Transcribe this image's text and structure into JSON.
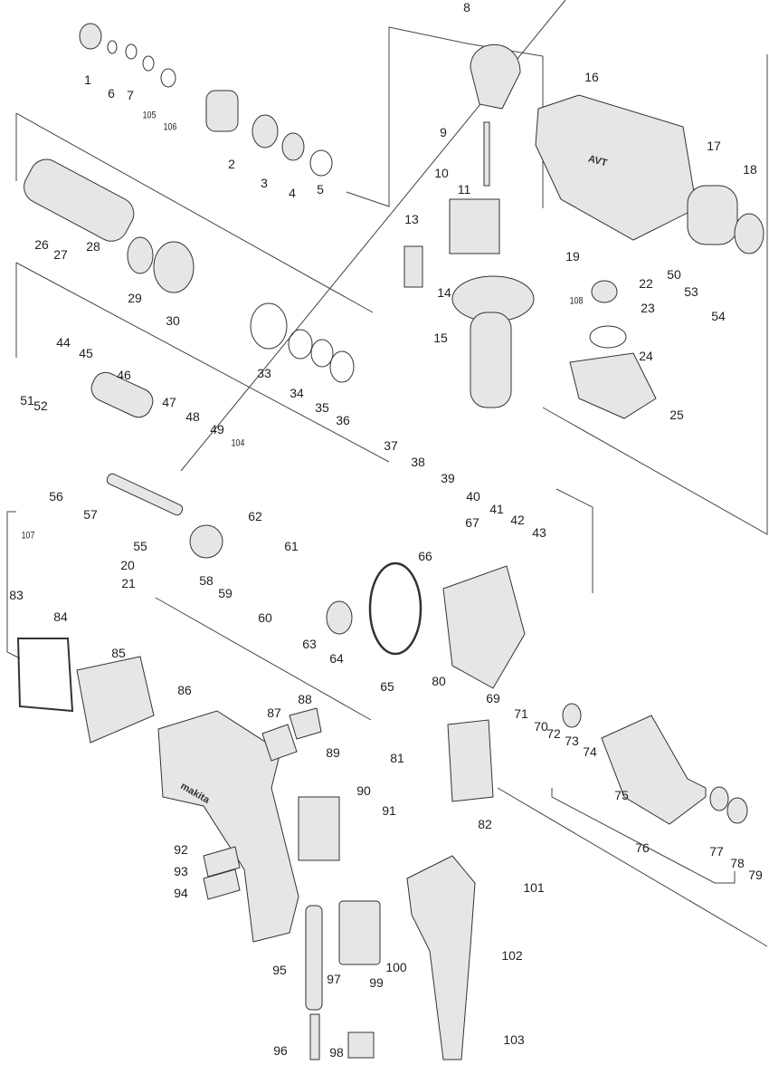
{
  "title": "Exploded parts diagram",
  "parts": [
    "1",
    "6",
    "7",
    "105",
    "106",
    "8",
    "9",
    "16",
    "2",
    "3",
    "4",
    "5",
    "10",
    "17",
    "18",
    "11",
    "13",
    "26",
    "27",
    "28",
    "19",
    "22",
    "50",
    "53",
    "29",
    "30",
    "14",
    "108",
    "23",
    "54",
    "15",
    "44",
    "45",
    "33",
    "34",
    "35",
    "36",
    "24",
    "46",
    "51",
    "52",
    "47",
    "48",
    "49",
    "104",
    "25",
    "37",
    "38",
    "39",
    "40",
    "41",
    "42",
    "43",
    "56",
    "57",
    "55",
    "107",
    "20",
    "21",
    "62",
    "61",
    "67",
    "58",
    "59",
    "66",
    "60",
    "63",
    "64",
    "83",
    "84",
    "85",
    "86",
    "88",
    "87",
    "65",
    "80",
    "69",
    "71",
    "70",
    "72",
    "73",
    "74",
    "75",
    "81",
    "89",
    "90",
    "91",
    "82",
    "76",
    "77",
    "78",
    "79",
    "92",
    "93",
    "94",
    "101",
    "102",
    "95",
    "97",
    "99",
    "100",
    "103",
    "96",
    "98"
  ],
  "logos": {
    "housing": "AVT",
    "handle": "makita"
  },
  "colors": {
    "line": "#333333",
    "part_fill": "#e6e6e6",
    "part_dark": "#555555"
  }
}
